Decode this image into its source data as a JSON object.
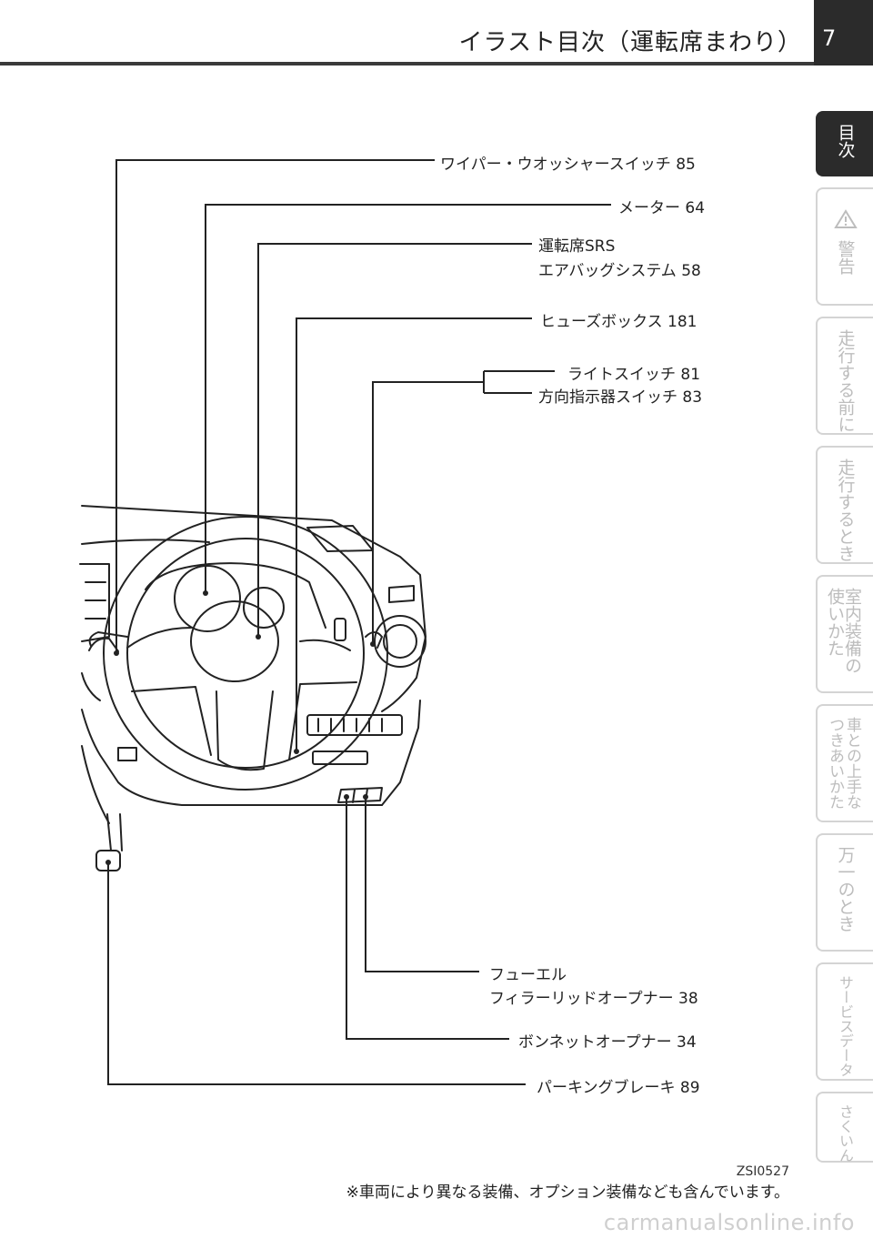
{
  "header": {
    "title": "イラスト目次（運転席まわり）",
    "page_number": "7"
  },
  "side_tabs": [
    {
      "label": "目次",
      "active": true
    },
    {
      "label": "警告",
      "icon": "warning-triangle-icon"
    },
    {
      "label": "走行する前に"
    },
    {
      "label": "走行するとき"
    },
    {
      "label_col1": "室内装備の",
      "label_col2": "使いかた"
    },
    {
      "label_col1": "車との上手な",
      "label_col2": "つきあいかた"
    },
    {
      "label": "万一のとき"
    },
    {
      "label": "サービスデータ"
    },
    {
      "label": "さくいん"
    }
  ],
  "callouts": {
    "wiper": "ワイパー・ウオッシャースイッチ 85",
    "meter": "メーター 64",
    "srs_line1": "運転席SRS",
    "srs_line2": "エアバッグシステム 58",
    "fuse": "ヒューズボックス 181",
    "light": "ライトスイッチ 81",
    "turn": "方向指示器スイッチ 83",
    "fuel_line1": "フューエル",
    "fuel_line2": "フィラーリッドオープナー 38",
    "bonnet": "ボンネットオープナー 34",
    "parking": "パーキングブレーキ 89"
  },
  "image_code": "ZSI0527",
  "footnote": "※車両により異なる装備、オプション装備なども含んでいます。",
  "watermark": "carmanualsonline.info"
}
